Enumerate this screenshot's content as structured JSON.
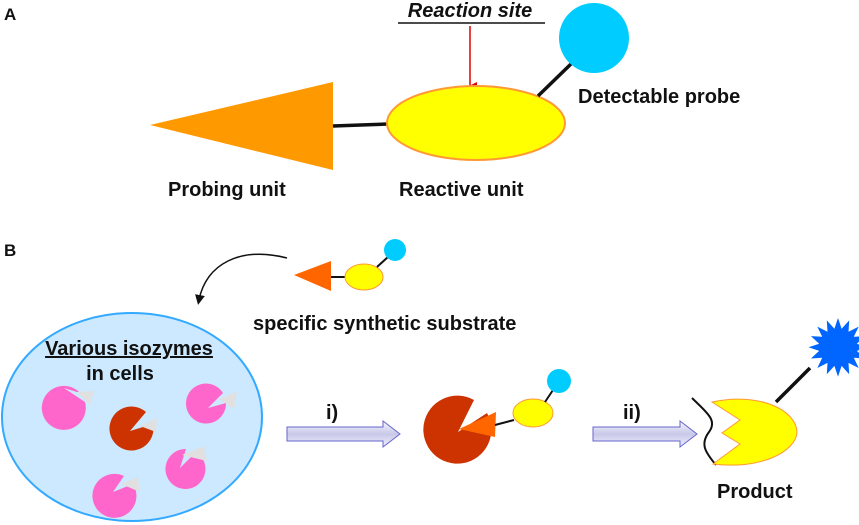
{
  "panel_a": {
    "label": "A",
    "reaction_site": "Reaction site",
    "detectable_probe": "Detectable probe",
    "probing_unit": "Probing unit",
    "reactive_unit": "Reactive unit"
  },
  "panel_b": {
    "label": "B",
    "substrate_label": "specific synthetic substrate",
    "cell_title_line1": "Various isozymes",
    "cell_title_line2": "in cells",
    "step1": "i)",
    "step2": "ii)",
    "product": "Product"
  },
  "colors": {
    "orange": "#ff9900",
    "yellow": "#ffff00",
    "cyan": "#00ccff",
    "pink": "#ff66cc",
    "dark_red": "#cc3300",
    "blue_star": "#0066ff",
    "cell_fill": "#cce9ff",
    "cell_border": "#33aaff",
    "arrow_red": "#dd0000"
  }
}
